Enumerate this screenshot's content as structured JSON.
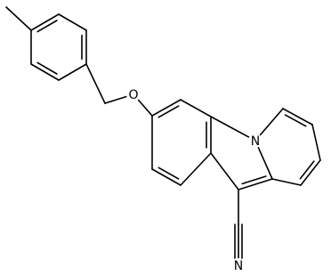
{
  "structure": {
    "atoms": [
      {
        "id": "c_me",
        "label": ""
      },
      {
        "id": "c1",
        "label": ""
      },
      {
        "id": "c2",
        "label": ""
      },
      {
        "id": "c3",
        "label": ""
      },
      {
        "id": "c4",
        "label": ""
      },
      {
        "id": "c5",
        "label": ""
      },
      {
        "id": "c6",
        "label": ""
      },
      {
        "id": "c_ch2",
        "label": ""
      },
      {
        "id": "o1",
        "label": "O"
      },
      {
        "id": "b1",
        "label": ""
      },
      {
        "id": "b2",
        "label": ""
      },
      {
        "id": "b3",
        "label": ""
      },
      {
        "id": "b4",
        "label": ""
      },
      {
        "id": "b5",
        "label": ""
      },
      {
        "id": "b6",
        "label": ""
      },
      {
        "id": "n1",
        "label": "N"
      },
      {
        "id": "c10",
        "label": ""
      },
      {
        "id": "c11",
        "label": ""
      },
      {
        "id": "p1",
        "label": ""
      },
      {
        "id": "p2",
        "label": ""
      },
      {
        "id": "p3",
        "label": ""
      },
      {
        "id": "p4",
        "label": ""
      },
      {
        "id": "c_cn",
        "label": ""
      },
      {
        "id": "n2",
        "label": "N"
      }
    ],
    "bonds": [
      {
        "from": "c_me",
        "to": "c1",
        "order": 1
      },
      {
        "from": "c1",
        "to": "c2",
        "order": 2
      },
      {
        "from": "c2",
        "to": "c3",
        "order": 1
      },
      {
        "from": "c3",
        "to": "c4",
        "order": 2
      },
      {
        "from": "c4",
        "to": "c5",
        "order": 1
      },
      {
        "from": "c5",
        "to": "c6",
        "order": 2
      },
      {
        "from": "c6",
        "to": "c1",
        "order": 1
      },
      {
        "from": "c4",
        "to": "c_ch2",
        "order": 1
      },
      {
        "from": "c_ch2",
        "to": "o1",
        "order": 1
      },
      {
        "from": "o1",
        "to": "b1",
        "order": 1
      },
      {
        "from": "b1",
        "to": "b2",
        "order": 2
      },
      {
        "from": "b2",
        "to": "b3",
        "order": 1
      },
      {
        "from": "b3",
        "to": "b4",
        "order": 2
      },
      {
        "from": "b4",
        "to": "b5",
        "order": 1
      },
      {
        "from": "b5",
        "to": "b6",
        "order": 2
      },
      {
        "from": "b6",
        "to": "b1",
        "order": 1
      },
      {
        "from": "b3",
        "to": "n1",
        "order": 1
      },
      {
        "from": "n1",
        "to": "c10",
        "order": 1
      },
      {
        "from": "c10",
        "to": "c11",
        "order": 2
      },
      {
        "from": "c11",
        "to": "b4",
        "order": 1
      },
      {
        "from": "n1",
        "to": "p1",
        "order": 1
      },
      {
        "from": "p1",
        "to": "p2",
        "order": 2
      },
      {
        "from": "p2",
        "to": "p3",
        "order": 1
      },
      {
        "from": "p3",
        "to": "p4",
        "order": 2
      },
      {
        "from": "p4",
        "to": "c10",
        "order": 1
      },
      {
        "from": "c11",
        "to": "c_cn",
        "order": 1
      },
      {
        "from": "c_cn",
        "to": "n2",
        "order": 3
      }
    ]
  }
}
